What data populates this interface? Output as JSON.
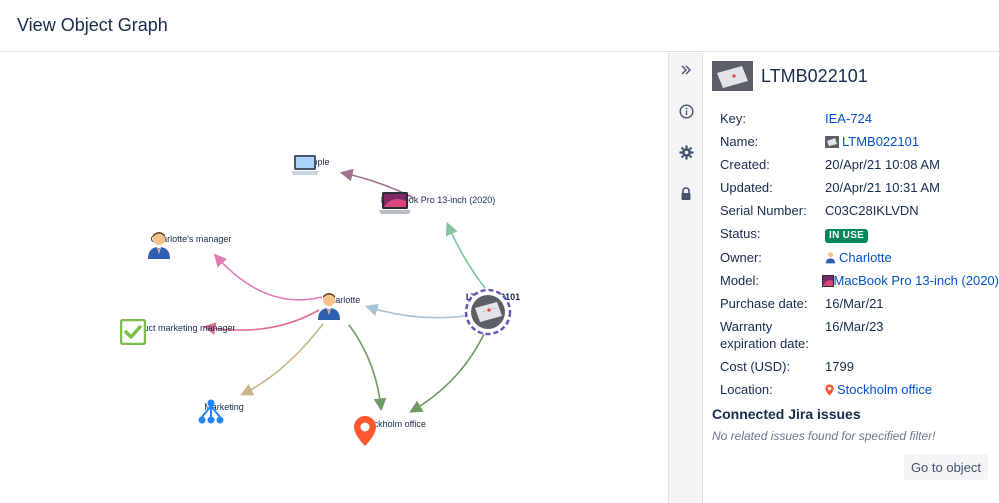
{
  "header": {
    "title": "View Object Graph"
  },
  "graph": {
    "nodes": {
      "apple": "Apple",
      "macbook": "MacBook Pro 13-inch (2020)",
      "manager": "Charlotte's manager",
      "charlotte": "Charlotte",
      "ltmb": "LTMB022101",
      "pmm": "Product marketing manager",
      "marketing": "Marketing",
      "stockholm": "Stockholm office"
    },
    "colors": {
      "apple_edge": "#a0708e",
      "macbook_edge": "#7fc49a",
      "ltmb_edge": "#a7c4d6",
      "manager_edge": "#e27ab5",
      "pmm_edge": "#e26e8f",
      "marketing_edge": "#c9b58a",
      "stockholm_edge": "#6f9a64",
      "selection_ring": "#6554c0"
    }
  },
  "rail": {
    "icons": [
      "expand-icon",
      "info-icon",
      "settings-icon",
      "lock-icon"
    ]
  },
  "panel": {
    "title": "LTMB022101",
    "fields": {
      "key_label": "Key:",
      "key_value": "IEA-724",
      "name_label": "Name:",
      "name_value": "LTMB022101",
      "created_label": "Created:",
      "created_value": "20/Apr/21 10:08 AM",
      "updated_label": "Updated:",
      "updated_value": "20/Apr/21 10:31 AM",
      "serial_label": "Serial Number:",
      "serial_value": "C03C28IKLVDN",
      "status_label": "Status:",
      "status_value": "IN USE",
      "owner_label": "Owner:",
      "owner_value": "Charlotte",
      "model_label": "Model:",
      "model_value": "MacBook Pro 13-inch (2020)",
      "purchase_label": "Purchase date:",
      "purchase_value": "16/Mar/21",
      "warranty_label": "Warranty expiration date:",
      "warranty_value": "16/Mar/23",
      "cost_label": "Cost (USD):",
      "cost_value": "1799",
      "location_label": "Location:",
      "location_value": "Stockholm office"
    },
    "connected_title": "Connected Jira issues",
    "connected_empty": "No related issues found for specified filter!",
    "goto_label": "Go to object",
    "status_color": "#00875a",
    "link_color": "#0052cc"
  }
}
